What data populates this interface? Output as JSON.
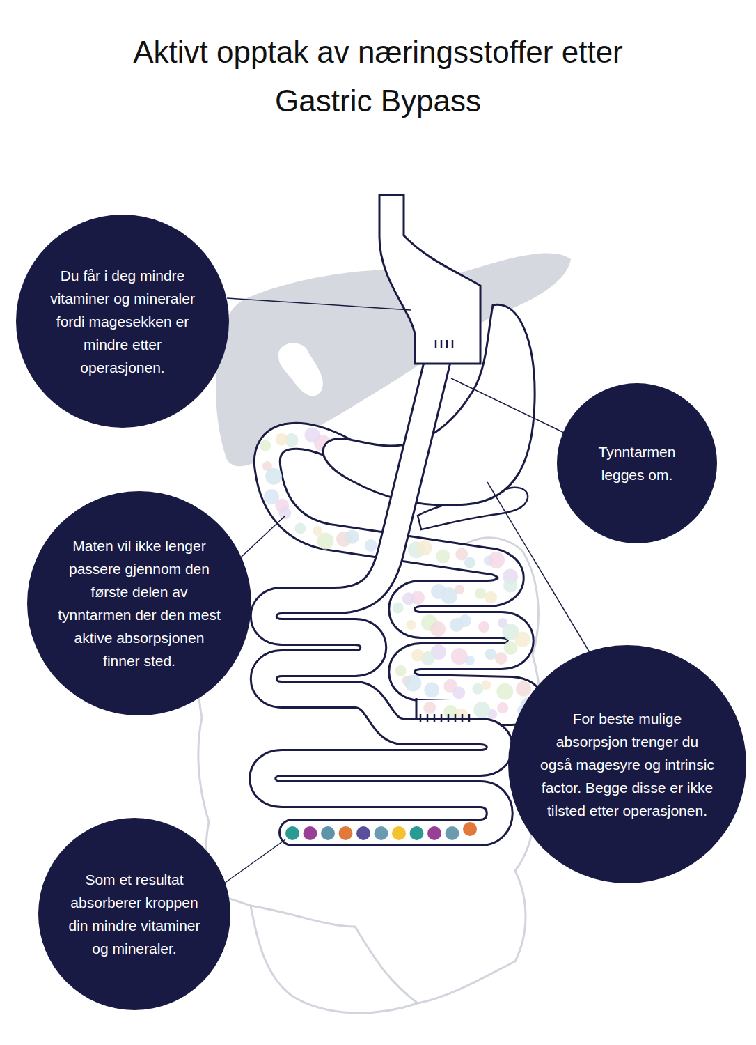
{
  "diagram": {
    "title": "Aktivt opptak av næringsstoffer etter Gastric Bypass",
    "nodes": [
      {
        "text": [
          "Du får i deg mindre vitaminer og mineraler fordi magesekken er mindre etter operasjonen."
        ]
      },
      {
        "text": [
          "Tynntarmen legges om."
        ]
      },
      {
        "text": [
          "Maten vil ikke lenger passere gjennom den første delen av tynntarmen der den mest aktive absorpsjonen finner sted."
        ]
      },
      {
        "text": [
          "For beste mulige absorpsjon trenger du også magesyre og intrinsic factor. Begge disse er ikke tilsted etter operasjonen."
        ]
      },
      {
        "text": [
          "Som et resultat absorberer kroppen din mindre vitaminer og mineraler."
        ]
      }
    ]
  }
}
